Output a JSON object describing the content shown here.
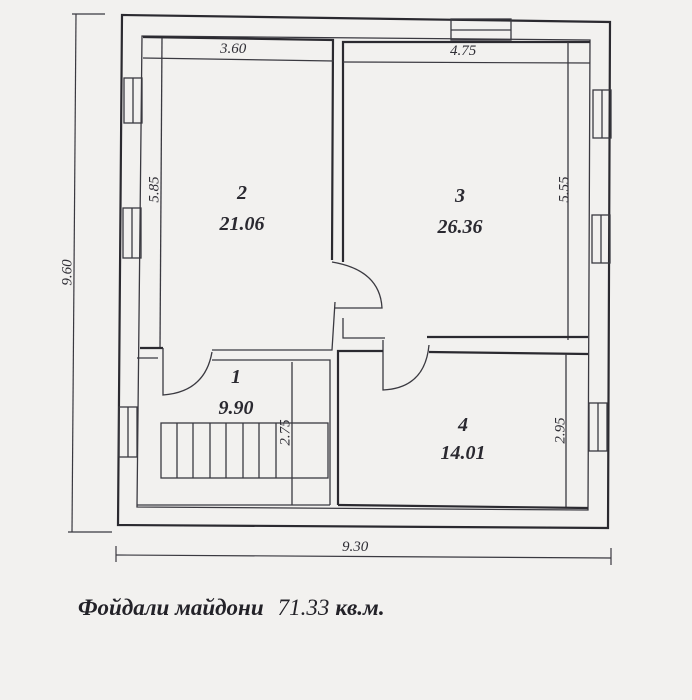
{
  "plan": {
    "overall_width": "9.30",
    "overall_height": "9.60",
    "rooms": [
      {
        "number": "1",
        "area": "9.90",
        "dimension": "2.75"
      },
      {
        "number": "2",
        "area": "21.06",
        "dimension_width": "3.60",
        "dimension_height": "5.85"
      },
      {
        "number": "3",
        "area": "26.36",
        "dimension_width": "4.75",
        "dimension_height": "5.55"
      },
      {
        "number": "4",
        "area": "14.01",
        "dimension_height": "2.95"
      }
    ]
  },
  "footer": {
    "label": "Фойдали майдони",
    "value": "71.33",
    "unit": "кв.м."
  },
  "colors": {
    "background": "#f2f1ef",
    "ink": "#2b2a30"
  }
}
